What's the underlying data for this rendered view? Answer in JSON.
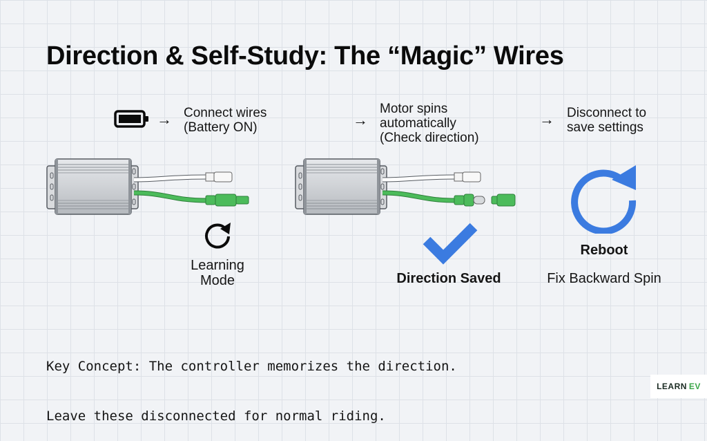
{
  "title": "Direction & Self-Study: The “Magic” Wires",
  "steps": [
    {
      "icon": "battery-icon",
      "arrow": "→",
      "lines": [
        "Connect wires",
        "(Battery ON)"
      ]
    },
    {
      "arrow": "→",
      "lines": [
        "Motor spins",
        "automatically",
        "(Check direction)"
      ]
    },
    {
      "arrow": "→",
      "lines": [
        "Disconnect to",
        "save settings"
      ]
    }
  ],
  "panels": {
    "learning": {
      "icon": "refresh-icon",
      "lines": [
        "Learning",
        "Mode"
      ]
    },
    "saved": {
      "icon": "checkmark-icon",
      "label": "Direction Saved"
    },
    "reboot": {
      "icon": "reboot-icon",
      "label": "Reboot",
      "sublabel": "Fix Backward Spin"
    }
  },
  "key_concept": {
    "lines": [
      "Key Concept: The controller memorizes the direction.",
      "Leave these disconnected for normal riding."
    ]
  },
  "logo": {
    "part1": "LEARN",
    "part2": "EV"
  },
  "colors": {
    "accent_blue": "#3b7be0",
    "wire_green": "#3fae4f",
    "wire_white": "#ffffff",
    "controller_silver": "#c9ccd1"
  }
}
